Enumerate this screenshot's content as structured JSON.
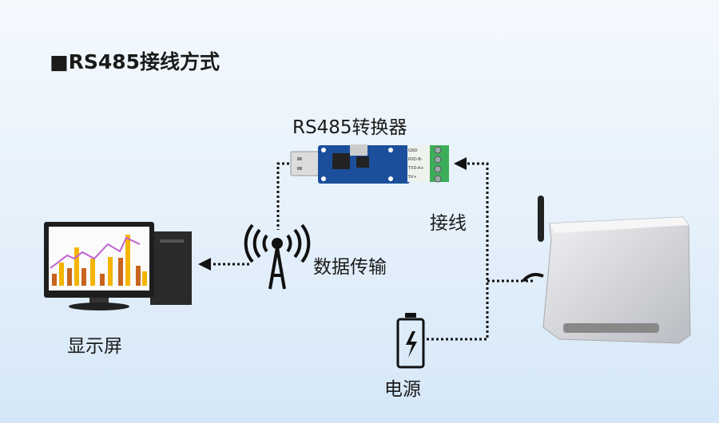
{
  "title": "■RS485接线方式",
  "converter": {
    "label": "RS485转换器",
    "terminals": [
      "GND",
      "RXD-B-",
      "TXD-A+",
      "5V+"
    ]
  },
  "wire_label": "接线",
  "data_label": "数据传输",
  "screen_label": "显示屏",
  "power_label": "电源",
  "colors": {
    "pcb": "#1b4f9c",
    "terminal": "#3cae5a",
    "line": "#111111"
  }
}
